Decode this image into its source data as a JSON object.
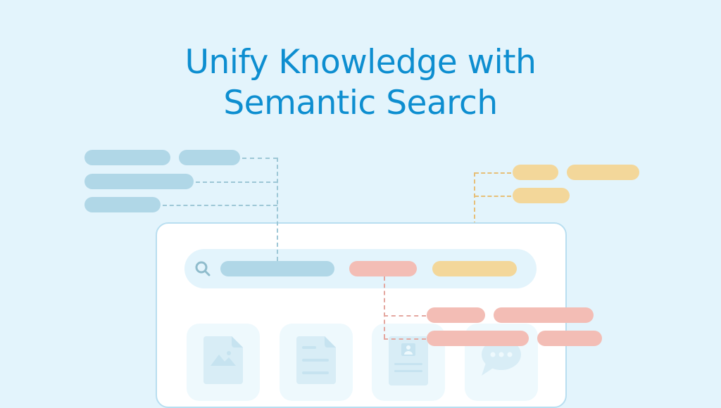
{
  "headline": {
    "line1": "Unify Knowledge with",
    "line2": "Semantic Search"
  },
  "colors": {
    "background": "#e3f4fc",
    "title": "#0d8ed0",
    "blue_pill": "#b0d7e7",
    "yellow_pill": "#f3d79a",
    "red_pill": "#f3bdb5",
    "window_border": "#b8def0"
  },
  "search": {
    "icon": "search-icon",
    "query_tokens": [
      "blue-token",
      "red-token",
      "yellow-token"
    ]
  },
  "result_tiles": [
    {
      "icon": "image-file-icon"
    },
    {
      "icon": "text-document-icon"
    },
    {
      "icon": "profile-card-icon"
    },
    {
      "icon": "chat-bubble-icon"
    }
  ]
}
